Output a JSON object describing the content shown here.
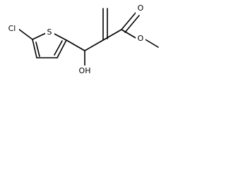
{
  "molecule": {
    "atoms": {
      "chlorine": "Cl",
      "sulfur": "S",
      "hydroxyl": "OH",
      "carbonyl_oxygen": "O",
      "ester_oxygen": "O"
    }
  }
}
